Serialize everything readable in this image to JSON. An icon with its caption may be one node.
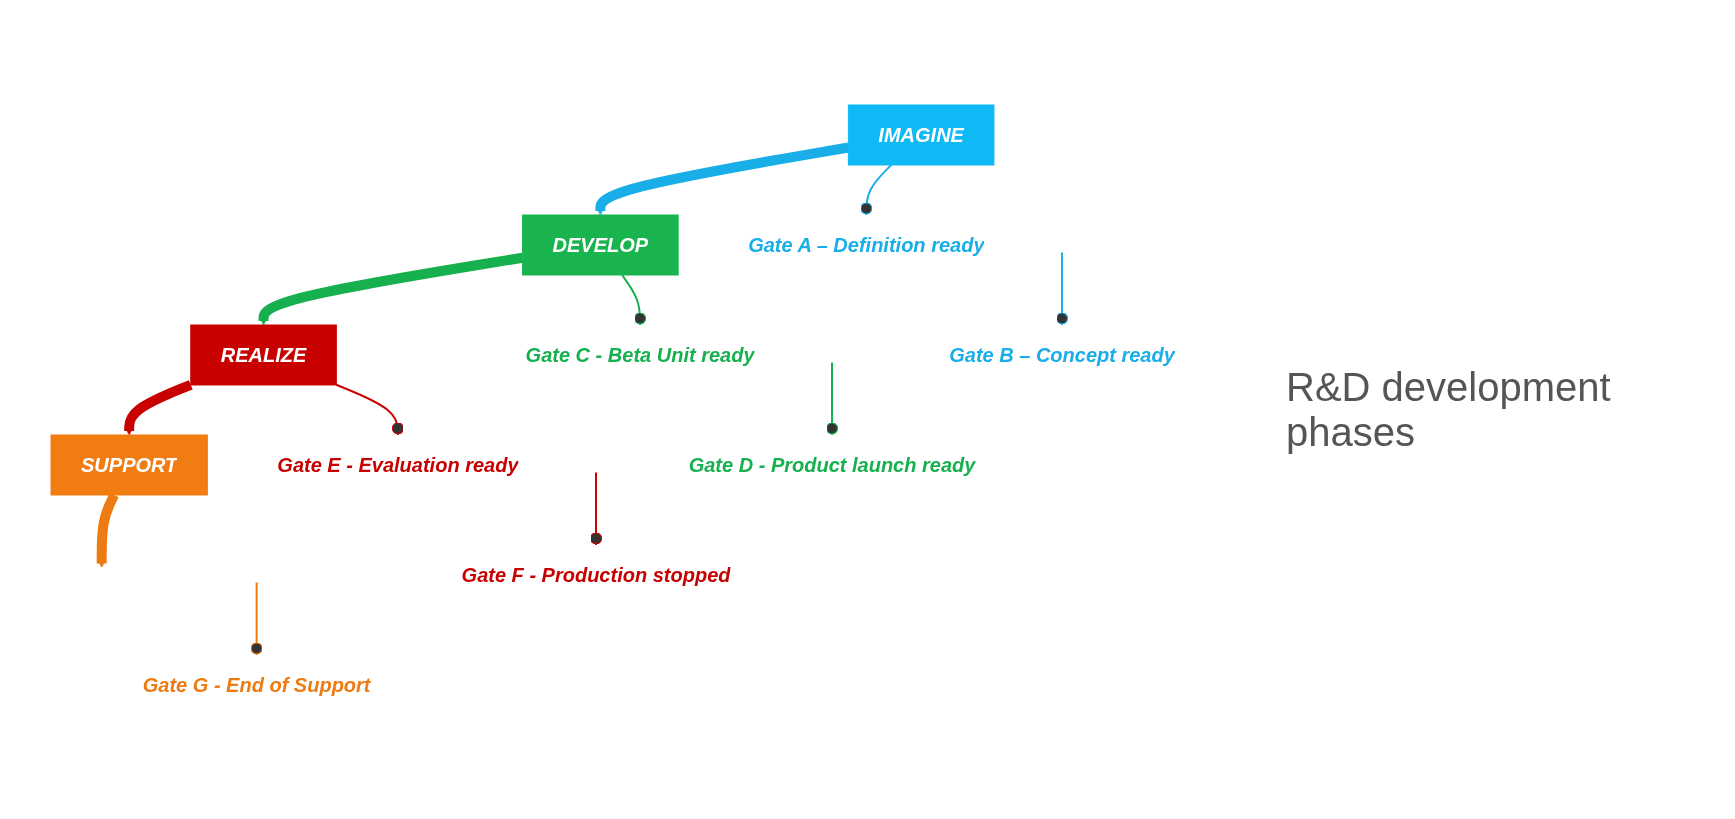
{
  "diagram": {
    "nodes": [
      {
        "text": [
          "IMAGINE"
        ]
      },
      {
        "text": [
          "DEVELOP"
        ]
      },
      {
        "text": [
          "REALIZE"
        ]
      },
      {
        "text": [
          "SUPPORT"
        ]
      },
      {
        "text": [
          "Gate A – Definition ready"
        ]
      },
      {
        "text": [
          "Gate B – Concept ready"
        ]
      },
      {
        "text": [
          "Gate C - Beta Unit ready"
        ]
      },
      {
        "text": [
          "Gate D - Product launch ready"
        ]
      },
      {
        "text": [
          "Gate E - Evaluation ready"
        ]
      },
      {
        "text": [
          "Gate F - Production stopped"
        ]
      },
      {
        "text": [
          "Gate G - End of Support"
        ]
      }
    ],
    "edges": [
      {
        "from": 0,
        "to": 1,
        "arrow": "to",
        "style": "thick",
        "color": "#1aaee8"
      },
      {
        "from": 1,
        "to": 2,
        "arrow": "to",
        "style": "thick",
        "color": "#17b04f"
      },
      {
        "from": 2,
        "to": 3,
        "arrow": "to",
        "style": "thick",
        "color": "#c80000"
      },
      {
        "from": 3,
        "to": null,
        "arrow": "to",
        "style": "thick",
        "color": "#ee7a12"
      },
      {
        "from": 0,
        "to": 4,
        "arrow": "other",
        "color": "#1aaee8"
      },
      {
        "from": null,
        "to": 5,
        "arrow": "other",
        "color": "#1aaee8"
      },
      {
        "from": 1,
        "to": 6,
        "arrow": "other",
        "color": "#17b04f"
      },
      {
        "from": null,
        "to": 7,
        "arrow": "other",
        "color": "#17b04f"
      },
      {
        "from": 2,
        "to": 8,
        "arrow": "other",
        "color": "#c80000"
      },
      {
        "from": null,
        "to": 9,
        "arrow": "other",
        "color": "#c80000"
      },
      {
        "from": null,
        "to": 10,
        "arrow": "other",
        "color": "#ee7a12"
      }
    ],
    "labels": [
      "R&D development phases"
    ]
  }
}
